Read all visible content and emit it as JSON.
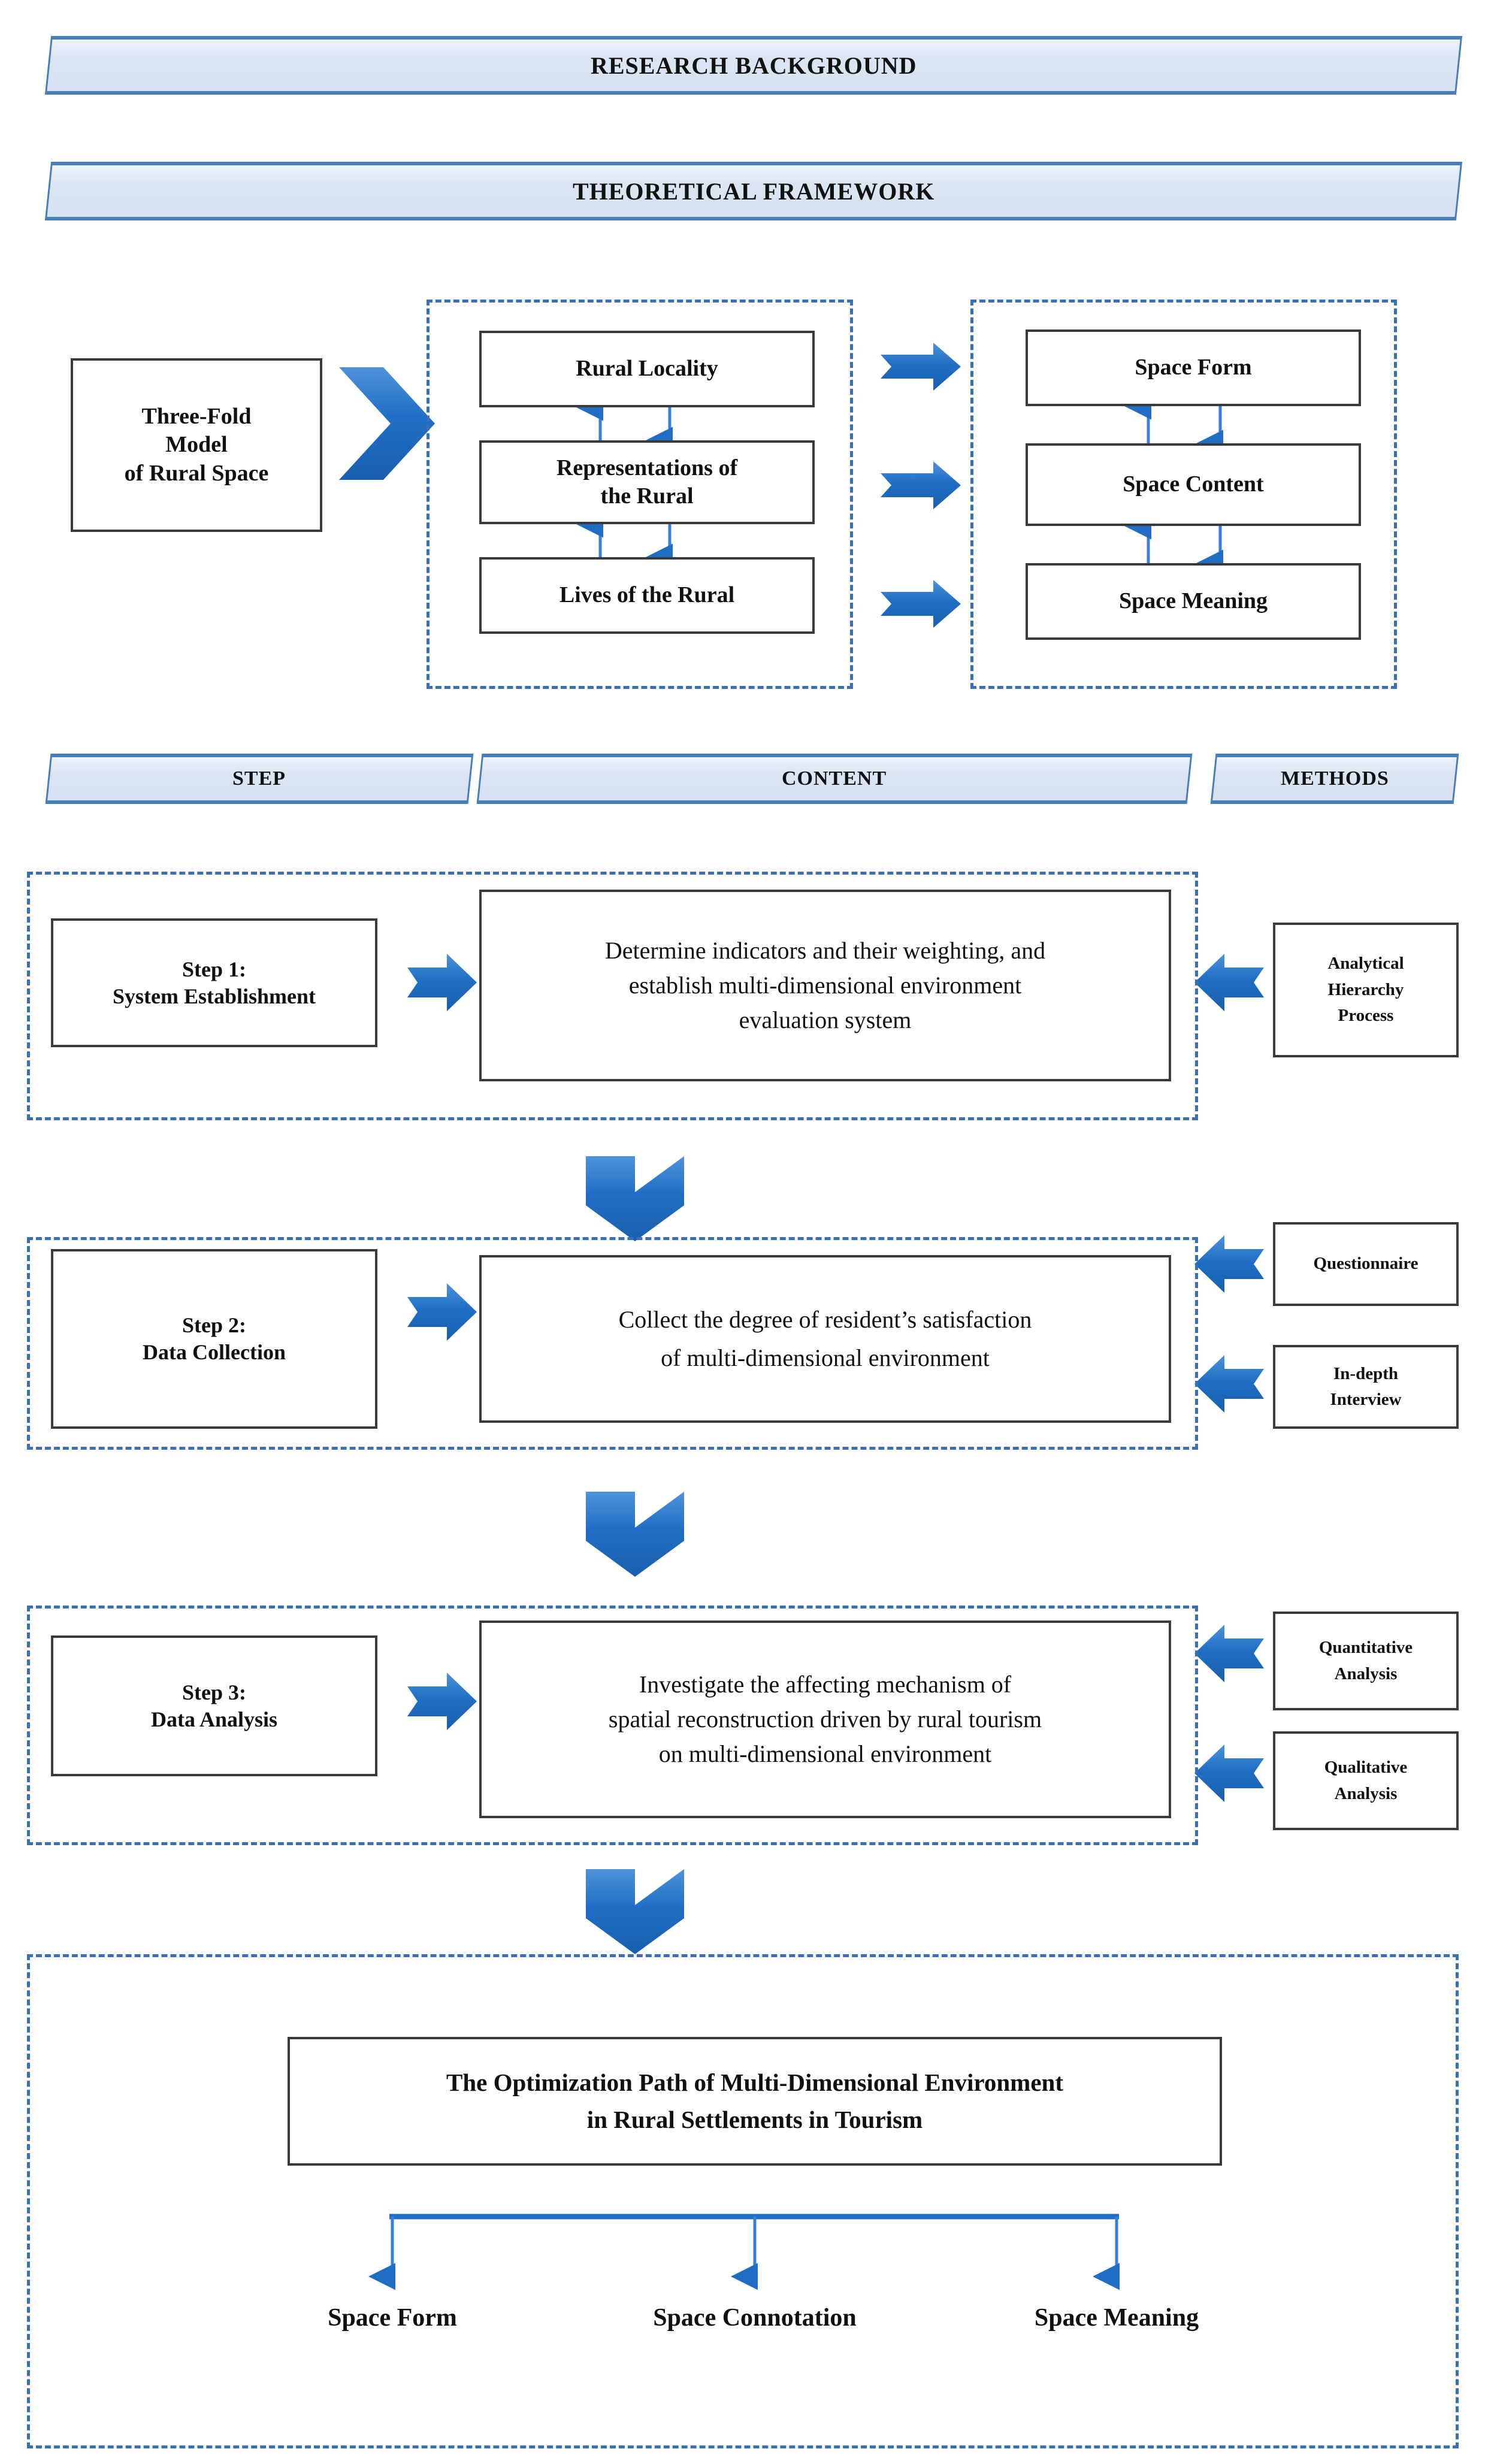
{
  "colors": {
    "banner_fill": "#d9e2f0",
    "banner_border": "#4a7ebb",
    "arrow_blue": "#1f6ec4",
    "dash_blue": "#3b6fb5",
    "box_border": "#3a3a3a",
    "text": "#111111"
  },
  "banners": {
    "research_background": "RESEARCH BACKGROUND",
    "theoretical_framework": "THEORETICAL FRAMEWORK"
  },
  "framework": {
    "model_box": "Three-Fold Model\nof Rural Space",
    "model_box_line1": "Three-Fold",
    "model_box_line2": "Model",
    "model_box_line3": "of Rural Space",
    "left_group": [
      "Rural Locality",
      "Representations of the Rural",
      "Lives of the Rural"
    ],
    "left_group_lines": {
      "rural_locality": "Rural Locality",
      "representations_l1": "Representations of",
      "representations_l2": "the Rural",
      "lives": "Lives of the Rural"
    },
    "right_group": [
      "Space Form",
      "Space Content",
      "Space Meaning"
    ]
  },
  "column_headers": {
    "step": "STEP",
    "content": "CONTENT",
    "methods": "METHODS"
  },
  "steps": [
    {
      "step_label_line1": "Step 1:",
      "step_label_line2": "System Establishment",
      "content_line1": "Determine indicators and their weighting, and",
      "content_line2": "establish multi-dimensional environment",
      "content_line3": "evaluation system",
      "methods": [
        {
          "line1": "Analytical",
          "line2": "Hierarchy",
          "line3": "Process"
        }
      ]
    },
    {
      "step_label_line1": "Step 2:",
      "step_label_line2": "Data Collection",
      "content_line1": "Collect the degree of resident’s satisfaction",
      "content_line2": "of multi-dimensional environment",
      "content_line3": "",
      "methods": [
        {
          "line1": "Questionnaire",
          "line2": "",
          "line3": ""
        },
        {
          "line1": "In-depth",
          "line2": "Interview",
          "line3": ""
        }
      ]
    },
    {
      "step_label_line1": "Step 3:",
      "step_label_line2": "Data Analysis",
      "content_line1": "Investigate the affecting mechanism of",
      "content_line2": "spatial reconstruction driven by rural tourism",
      "content_line3": "on multi-dimensional environment",
      "methods": [
        {
          "line1": "Quantitative",
          "line2": "Analysis",
          "line3": ""
        },
        {
          "line1": "Qualitative",
          "line2": "Analysis",
          "line3": ""
        }
      ]
    }
  ],
  "conclusion": {
    "title_line1": "The Optimization Path of Multi-Dimensional Environment",
    "title_line2": "in Rural Settlements in Tourism",
    "outcomes": [
      "Space Form",
      "Space Connotation",
      "Space Meaning"
    ]
  },
  "icons": {
    "chevron_right": "chevron-right-icon",
    "arrow_right": "arrow-right-icon",
    "arrow_left": "arrow-left-icon",
    "chevron_down": "chevron-down-icon",
    "arrow_up_small": "arrow-up-icon",
    "arrow_down_small": "arrow-down-icon",
    "bracket_split": "bracket-split-icon"
  }
}
